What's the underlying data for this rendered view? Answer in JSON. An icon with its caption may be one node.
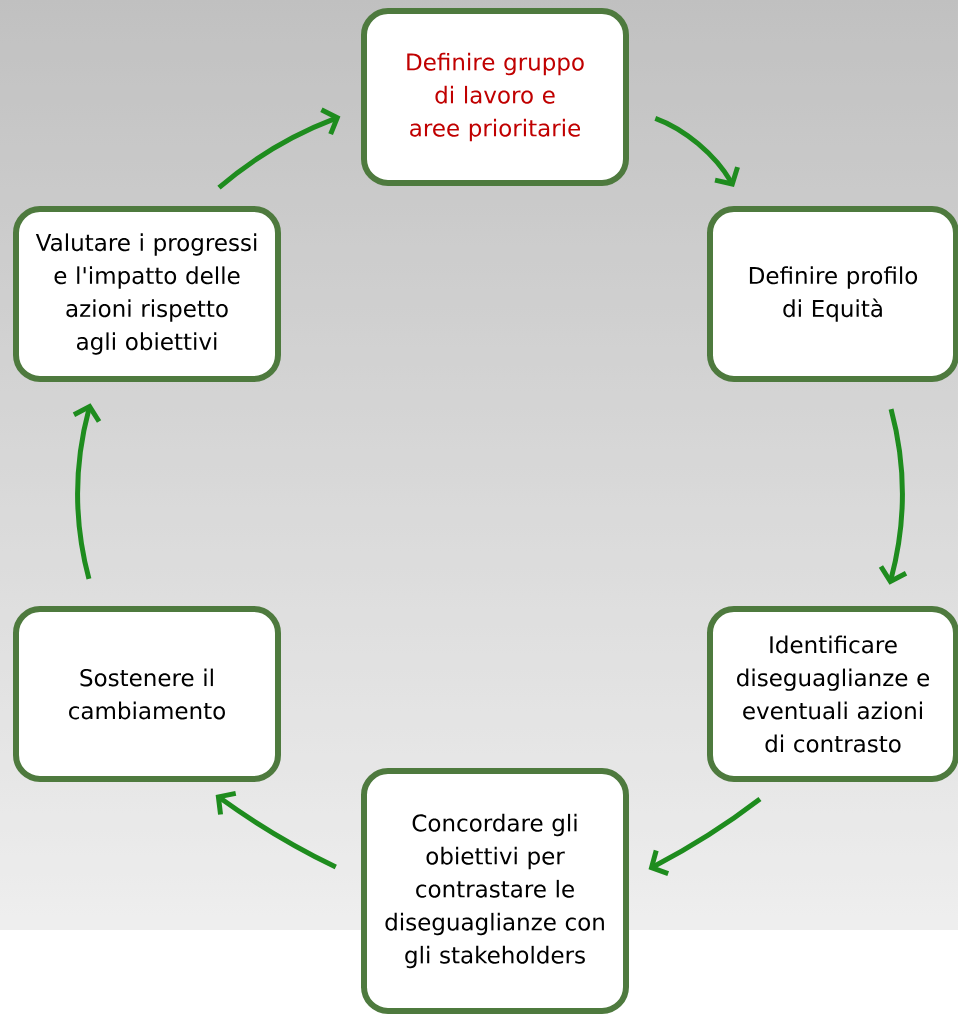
{
  "diagram": {
    "nodes": [
      {
        "text": [
          "Definire gruppo di lavoro e aree prioritarie"
        ]
      },
      {
        "text": [
          "Definire profilo di Equità"
        ]
      },
      {
        "text": [
          "Identificare diseguaglianze e eventuali azioni di contrasto"
        ]
      },
      {
        "text": [
          "Concordare gli obiettivi per contrastare le diseguaglianze con gli stakeholders"
        ]
      },
      {
        "text": [
          "Sostenere il cambiamento"
        ]
      },
      {
        "text": [
          "Valutare i progressi e l'impatto delle azioni rispetto agli obiettivi"
        ]
      }
    ],
    "edges": [
      {
        "from": 0,
        "to": 1,
        "arrow": "to"
      },
      {
        "from": 1,
        "to": 2,
        "arrow": "to"
      },
      {
        "from": 2,
        "to": 3,
        "arrow": "to"
      },
      {
        "from": 3,
        "to": 4,
        "arrow": "to"
      },
      {
        "from": 4,
        "to": 5,
        "arrow": "to"
      },
      {
        "from": 5,
        "to": 0,
        "arrow": "to"
      }
    ]
  }
}
